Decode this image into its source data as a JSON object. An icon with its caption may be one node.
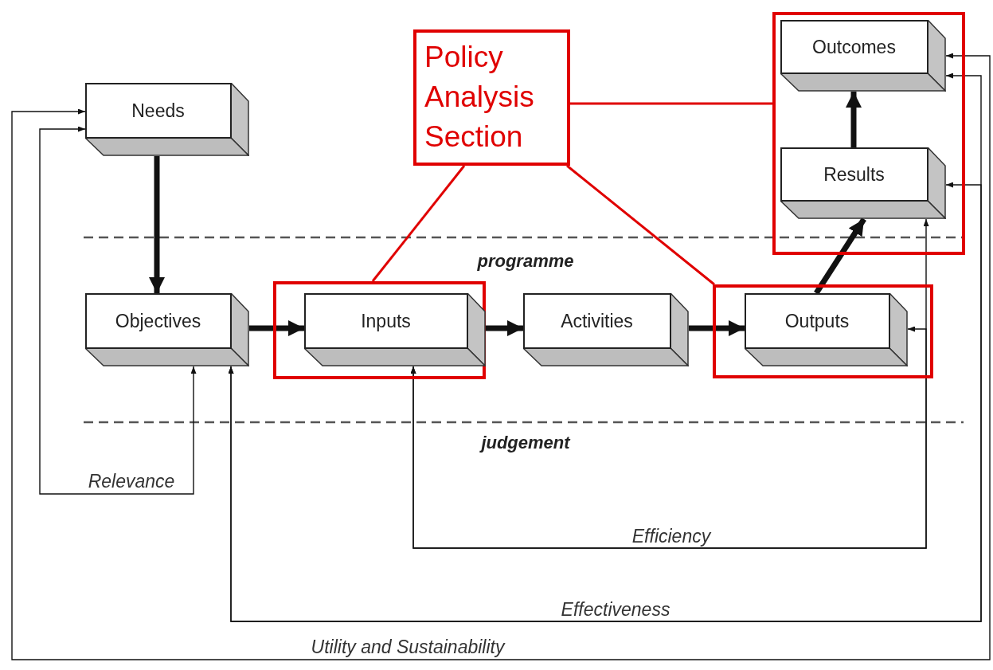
{
  "diagram": {
    "nodes": [
      {
        "text": [
          "Needs"
        ]
      },
      {
        "text": [
          "Policy Analysis Section"
        ]
      },
      {
        "text": [],
        "shape": "box"
      },
      {
        "text": [
          "Outcomes"
        ],
        "in": 2
      },
      {
        "text": [
          "Results"
        ],
        "in": 2
      },
      {
        "text": [
          "Objectives"
        ]
      },
      {
        "text": [],
        "shape": "box"
      },
      {
        "text": [
          "Inputs"
        ],
        "in": 6
      },
      {
        "text": [
          "Activities"
        ]
      },
      {
        "text": [],
        "shape": "box"
      },
      {
        "text": [
          "Outputs"
        ],
        "in": 9
      }
    ],
    "edges": [
      {
        "from": 0,
        "to": 5,
        "arrow": "to",
        "style": "thick"
      },
      {
        "from": 5,
        "to": 7,
        "arrow": "to",
        "style": "thick"
      },
      {
        "from": 7,
        "to": 8,
        "arrow": "to",
        "style": "thick"
      },
      {
        "from": 8,
        "to": 10,
        "arrow": "to",
        "style": "thick"
      },
      {
        "from": 10,
        "to": 4,
        "arrow": "to",
        "style": "thick"
      },
      {
        "from": 4,
        "to": 3,
        "arrow": "to",
        "style": "thick"
      },
      {
        "from": 5,
        "to": 0,
        "arrow": "both",
        "label": "Relevance"
      },
      {
        "from": 7,
        "to": 10,
        "arrow": "both",
        "label": "Efficiency"
      },
      {
        "from": 7,
        "to": 4,
        "arrow": "both"
      },
      {
        "from": 5,
        "to": 3,
        "arrow": "both",
        "label": "Effectiveness"
      },
      {
        "from": 5,
        "to": 4,
        "arrow": "both"
      },
      {
        "from": 0,
        "to": 3,
        "arrow": "both",
        "label": "Utility and Sustainability"
      },
      {
        "from": 1,
        "to": 2,
        "arrow": "none",
        "color": "#e00000"
      },
      {
        "from": 1,
        "to": 6,
        "arrow": "none",
        "color": "#e00000"
      },
      {
        "from": 1,
        "to": 9,
        "arrow": "none",
        "color": "#e00000"
      }
    ],
    "labels": [
      "programme",
      "judgement"
    ]
  }
}
